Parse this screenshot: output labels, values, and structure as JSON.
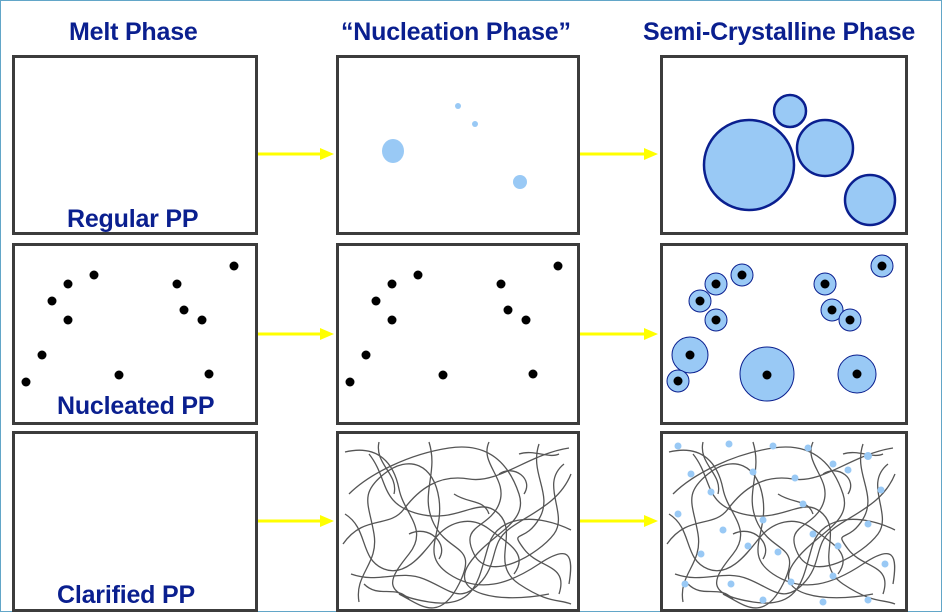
{
  "headers": {
    "melt": "Melt Phase",
    "nucleation": "“Nucleation Phase”",
    "semicrystalline": "Semi-Crystalline Phase"
  },
  "rows": {
    "regular": "Regular PP",
    "nucleated": "Nucleated PP",
    "clarified": "Clarified PP"
  },
  "colors": {
    "header_text": "#0a1f8f",
    "panel_border": "#3c3c3c",
    "arrow": "#ffff00",
    "crystal_fill": "#99c9f5",
    "crystal_outline": "#0a1f8f",
    "nucleus": "#000000",
    "chain": "#555555"
  },
  "icons": [
    "arrow-right-icon"
  ]
}
